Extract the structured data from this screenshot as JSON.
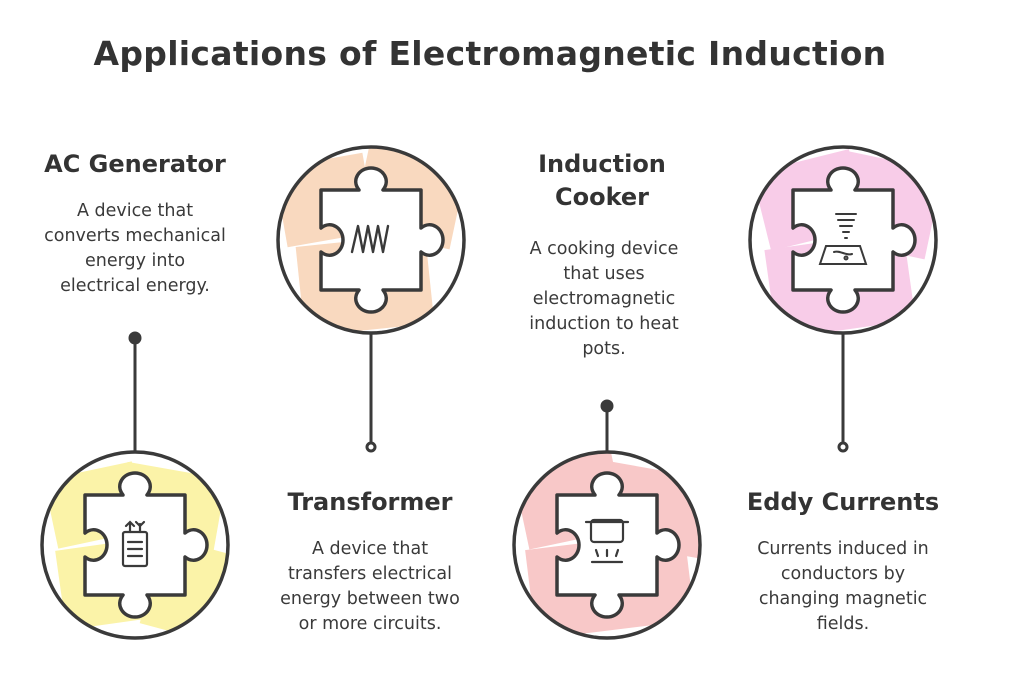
{
  "title": "Applications of Electromagnetic Induction",
  "colors": {
    "stroke": "#3a3a3a",
    "ac_generator_fill": "#fbf3a8",
    "transformer_fill": "#f9d9bf",
    "induction_cooker_fill": "#f8c8c8",
    "eddy_currents_fill": "#f8cce8"
  },
  "items": [
    {
      "key": "ac_generator",
      "heading": "AC Generator",
      "description": [
        "A device that",
        "converts mechanical",
        "energy into",
        "electrical energy."
      ],
      "icon": "battery-icon"
    },
    {
      "key": "transformer",
      "heading": "Transformer",
      "description": [
        "A device that",
        "transfers electrical",
        "energy between two",
        "or more circuits."
      ],
      "icon": "coil-icon"
    },
    {
      "key": "induction_cooker",
      "heading": "Induction\nCooker",
      "heading_lines": [
        "Induction",
        "Cooker"
      ],
      "description": [
        "A cooking device",
        "that uses",
        "electromagnetic",
        "induction to heat",
        "pots."
      ],
      "icon": "cooking-pot-icon"
    },
    {
      "key": "eddy_currents",
      "heading": "Eddy Currents",
      "description": [
        "Currents induced in",
        "conductors by",
        "changing magnetic",
        "fields."
      ],
      "icon": "swirl-icon"
    }
  ]
}
